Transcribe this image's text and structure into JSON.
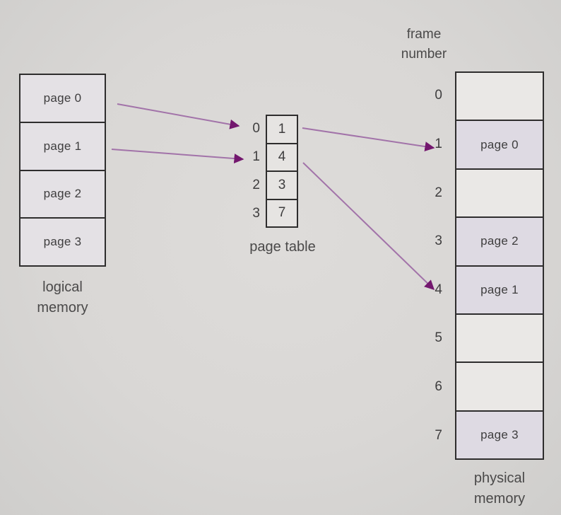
{
  "logical_memory": {
    "cells": [
      "page 0",
      "page 1",
      "page 2",
      "page 3"
    ],
    "label": [
      "logical",
      "memory"
    ]
  },
  "page_table": {
    "label": "page table",
    "entries": [
      {
        "index": "0",
        "value": "1"
      },
      {
        "index": "1",
        "value": "4"
      },
      {
        "index": "2",
        "value": "3"
      },
      {
        "index": "3",
        "value": "7"
      }
    ]
  },
  "physical_memory": {
    "header": [
      "frame",
      "number"
    ],
    "label": [
      "physical",
      "memory"
    ],
    "frames": [
      {
        "number": "0",
        "content": ""
      },
      {
        "number": "1",
        "content": "page 0"
      },
      {
        "number": "2",
        "content": ""
      },
      {
        "number": "3",
        "content": "page 2"
      },
      {
        "number": "4",
        "content": "page 1"
      },
      {
        "number": "5",
        "content": ""
      },
      {
        "number": "6",
        "content": ""
      },
      {
        "number": "7",
        "content": "page 3"
      }
    ]
  },
  "mappings": [
    {
      "from": "logical page 0",
      "to": "page table entry 0"
    },
    {
      "from": "logical page 1",
      "to": "page table entry 1"
    },
    {
      "from": "page table entry 0 (value 1)",
      "to": "physical frame 1"
    },
    {
      "from": "page table entry 1 (value 4)",
      "to": "physical frame 4"
    }
  ],
  "colors": {
    "arrow_line": "#a273a9",
    "arrow_head": "#73176e",
    "cell_fill": "#e4e1e5",
    "pt_cell_fill": "#e6e4e2",
    "empty_frame_fill": "#eae8e6",
    "occupied_frame_fill": "#dedae3",
    "border": "#2e2d2d",
    "text": "#3e3d3e",
    "label_text": "#4a4949",
    "background": "#d9d7d5"
  }
}
